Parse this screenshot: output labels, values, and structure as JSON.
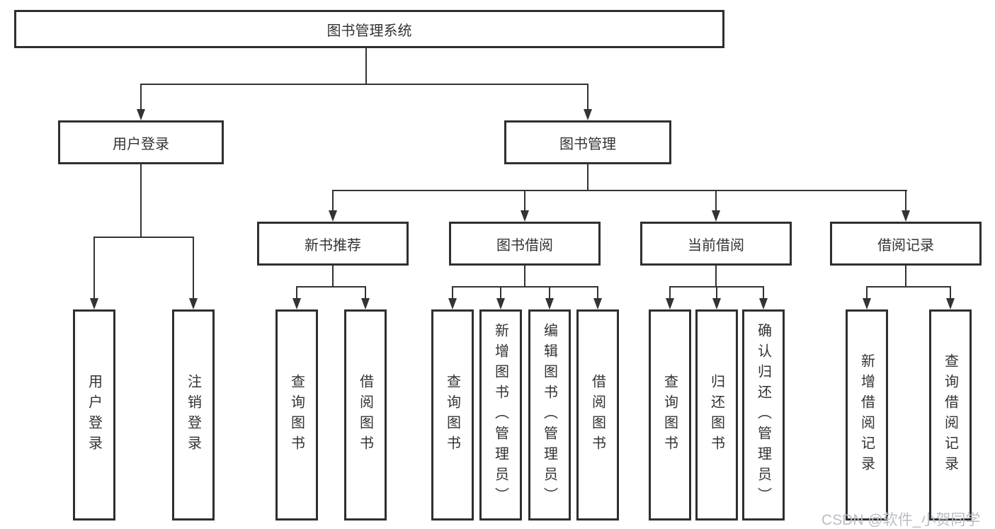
{
  "diagram": {
    "title": "图书管理系统",
    "root": {
      "label": "图书管理系统"
    },
    "level2": [
      {
        "label": "用户登录"
      },
      {
        "label": "图书管理"
      }
    ],
    "level3": [
      {
        "label": "新书推荐"
      },
      {
        "label": "图书借阅"
      },
      {
        "label": "当前借阅"
      },
      {
        "label": "借阅记录"
      }
    ],
    "leaves": {
      "user_login": [
        "用户登录",
        "注销登录"
      ],
      "new_book": [
        "查询图书",
        "借阅图书"
      ],
      "book_borrow": [
        "查询图书",
        "新增图书（管理员）",
        "编辑图书（管理员）",
        "借阅图书"
      ],
      "current_borrow": [
        "查询图书",
        "归还图书",
        "确认归还（管理员）"
      ],
      "borrow_record": [
        "新增借阅记录",
        "查询借阅记录"
      ]
    }
  },
  "watermark": "CSDN @软件_小贺同学",
  "colors": {
    "line": "#333333",
    "box_border": "#2f2f2f",
    "background": "#ffffff",
    "watermark": "#b9bdc3"
  }
}
